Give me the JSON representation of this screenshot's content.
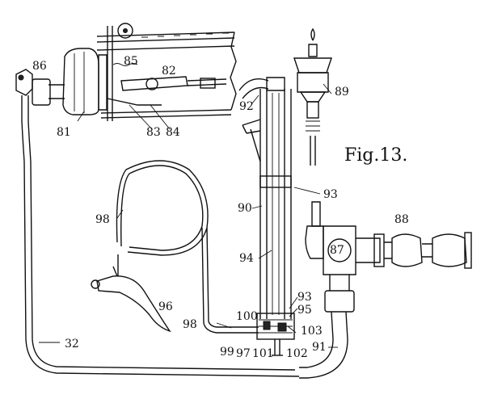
{
  "figure": {
    "title": "Fig.13."
  },
  "labels": {
    "l86": "86",
    "l85": "85",
    "l82": "82",
    "l81": "81",
    "l83": "83",
    "l84": "84",
    "l92": "92",
    "l89": "89",
    "l93a": "93",
    "l98a": "98",
    "l90": "90",
    "l88": "88",
    "l87": "87",
    "l94": "94",
    "l93b": "93",
    "l95": "95",
    "l96": "96",
    "l100": "100",
    "l98b": "98",
    "l103": "103",
    "l32": "32",
    "l99": "99",
    "l97": "97",
    "l101": "101",
    "l102": "102",
    "l91": "91"
  }
}
